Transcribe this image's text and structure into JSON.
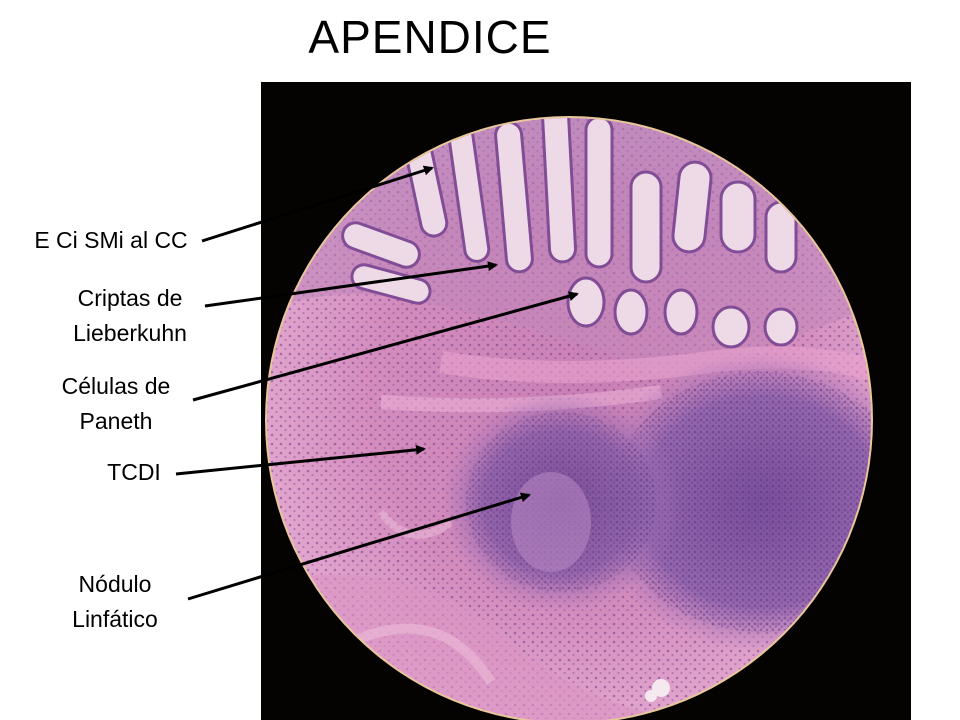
{
  "slide": {
    "title": "APENDICE"
  },
  "labels": [
    {
      "id": "epitelio",
      "lines": [
        "E Ci SMi al CC"
      ]
    },
    {
      "id": "criptas",
      "lines": [
        "Criptas de",
        "Lieberkuhn"
      ]
    },
    {
      "id": "paneth",
      "lines": [
        "Células de",
        "Paneth"
      ]
    },
    {
      "id": "tcdi",
      "lines": [
        "TCDI"
      ]
    },
    {
      "id": "nodulo",
      "lines": [
        "Nódulo",
        "Linfático"
      ]
    }
  ],
  "colors": {
    "background": "#ffffff",
    "frame": "#050302",
    "tissue_pink": "#d98bbd",
    "tissue_purple": "#8a5ba8",
    "lumen": "#f3e4ee",
    "arrow": "#000000"
  }
}
